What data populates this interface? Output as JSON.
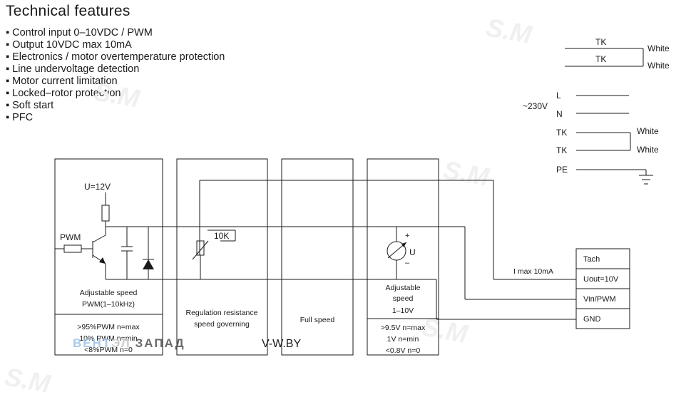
{
  "title": "Technical  features",
  "features": [
    "Control input 0–10VDC / PWM",
    "Output 10VDC max 10mA",
    "Electronics / motor overtemperature protection",
    "Line undervoltage detection",
    "Motor current limitation",
    "Locked–rotor protection",
    "Soft start",
    "PFC"
  ],
  "watermark": "S.M",
  "wiring": {
    "tk_top": "TK",
    "tk_bottom": "TK",
    "white_top": "White",
    "white_bottom": "White",
    "supply": "~230V",
    "line": "L",
    "neutral": "N",
    "tk2_top": "TK",
    "tk2_bottom": "TK",
    "white2_top": "White",
    "white2_bottom": "White",
    "pe": "PE"
  },
  "schematic": {
    "u12": "U=12V",
    "pwm": "PWM",
    "r10k": "10K",
    "plus": "+",
    "minus": "–",
    "meter_u": "U",
    "imax_prefix": "I max",
    "imax_value": "10mA",
    "box1_label_1": "Adjustable speed",
    "box1_label_2": "PWM(1–10kHz)",
    "box1_spec_1": ">95%PWM  n=max",
    "box1_spec_2": "10%  PWM  n=min",
    "box1_spec_3": "<8%PWM  n=0",
    "box2_label_1": "Regulation resistance",
    "box2_label_2": "speed governing",
    "box3_label": "Full  speed",
    "box4_label_1": "Adjustable",
    "box4_label_2": "speed",
    "box4_label_3": "1–10V",
    "box4_spec_1": ">9.5V n=max",
    "box4_spec_2": "1V  n=min",
    "box4_spec_3": "<0.8V n=0"
  },
  "terminals": [
    "Tach",
    "Uout=10V",
    "Vin/PWM",
    "GND"
  ],
  "logo": {
    "brand_a": "ВЕНТ",
    "brand_b": "ЭЛ",
    "brand_c": "ЗАПАД",
    "site": "V-W.BY"
  }
}
